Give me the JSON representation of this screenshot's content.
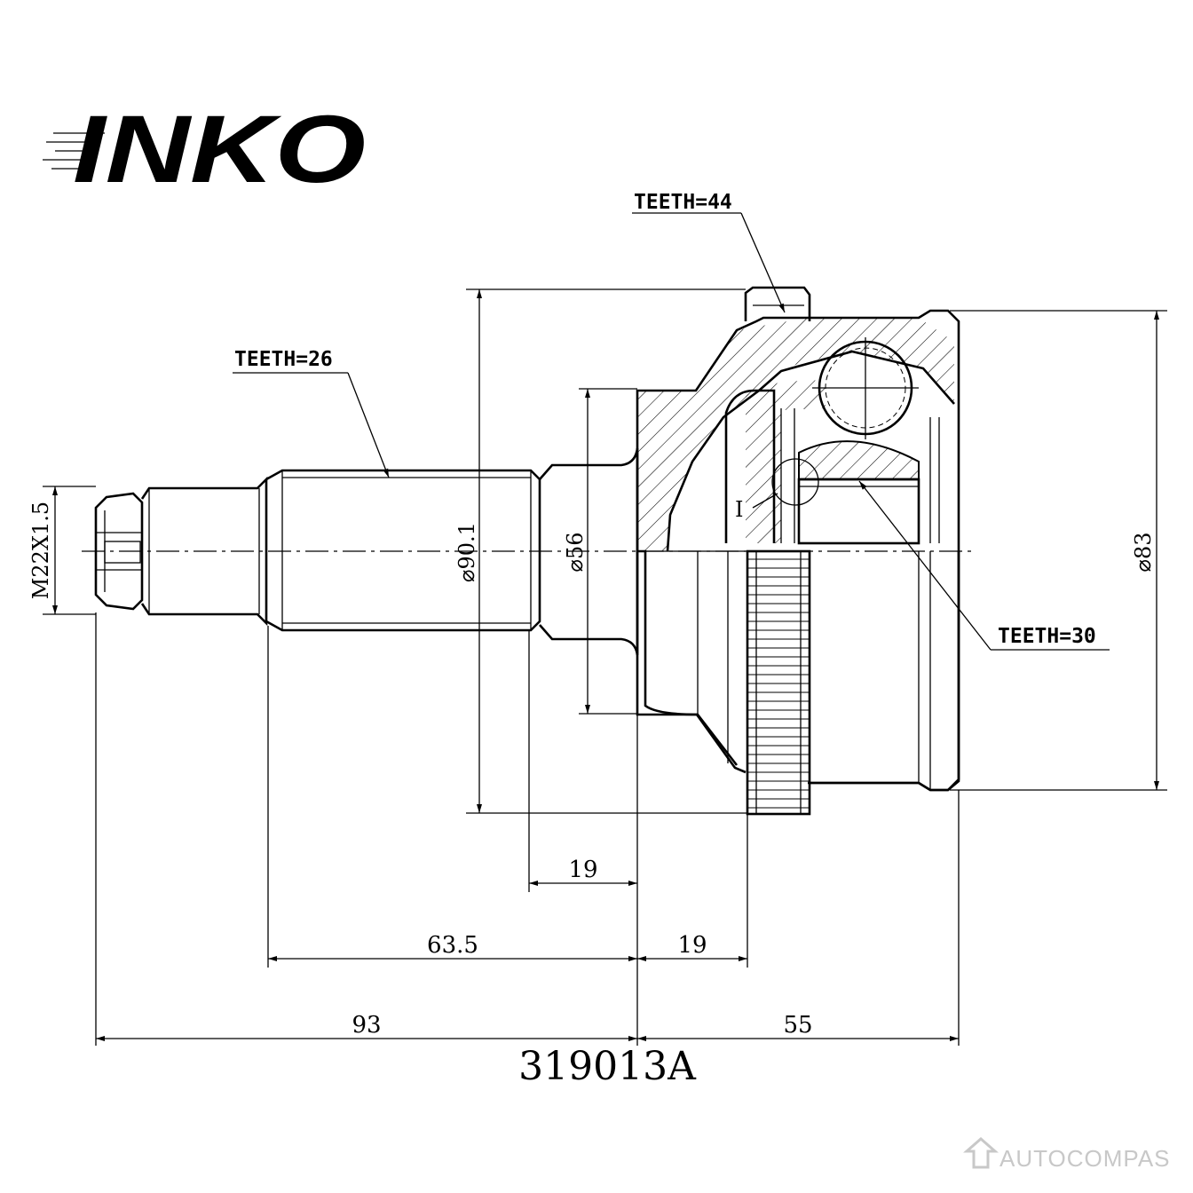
{
  "brand": {
    "logo_text": "INKO"
  },
  "callouts": {
    "teeth_outer": "TEETH=44",
    "teeth_shaft": "TEETH=26",
    "teeth_inner": "TEETH=30",
    "detail_mark": "I"
  },
  "dimensions": {
    "thread": "M22X1.5",
    "dia_flange": "⌀90.1",
    "dia_shoulder": "⌀56",
    "dia_housing": "⌀83",
    "len_shoulder": "19",
    "len_spline": "63.5",
    "len_ring": "19",
    "len_shaft_total": "93",
    "len_housing": "55"
  },
  "part_number": "319013A",
  "watermark": "AUTOCOMPAS"
}
